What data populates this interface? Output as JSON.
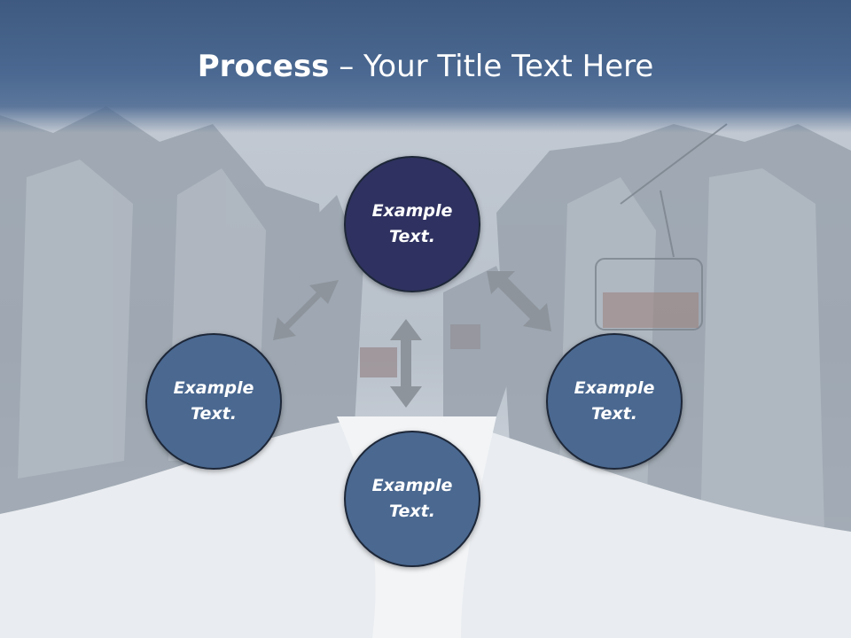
{
  "title": {
    "bold": "Process",
    "rest": " – Your Title Text Here"
  },
  "nodes": {
    "top": "Example\nText.",
    "left": "Example\nText.",
    "right": "Example\nText.",
    "bottom": "Example\nText."
  },
  "colors": {
    "header": "#4a6891",
    "center_node": "#2f3260",
    "outer_node": "#4a6890",
    "arrow": "#8e949b"
  }
}
